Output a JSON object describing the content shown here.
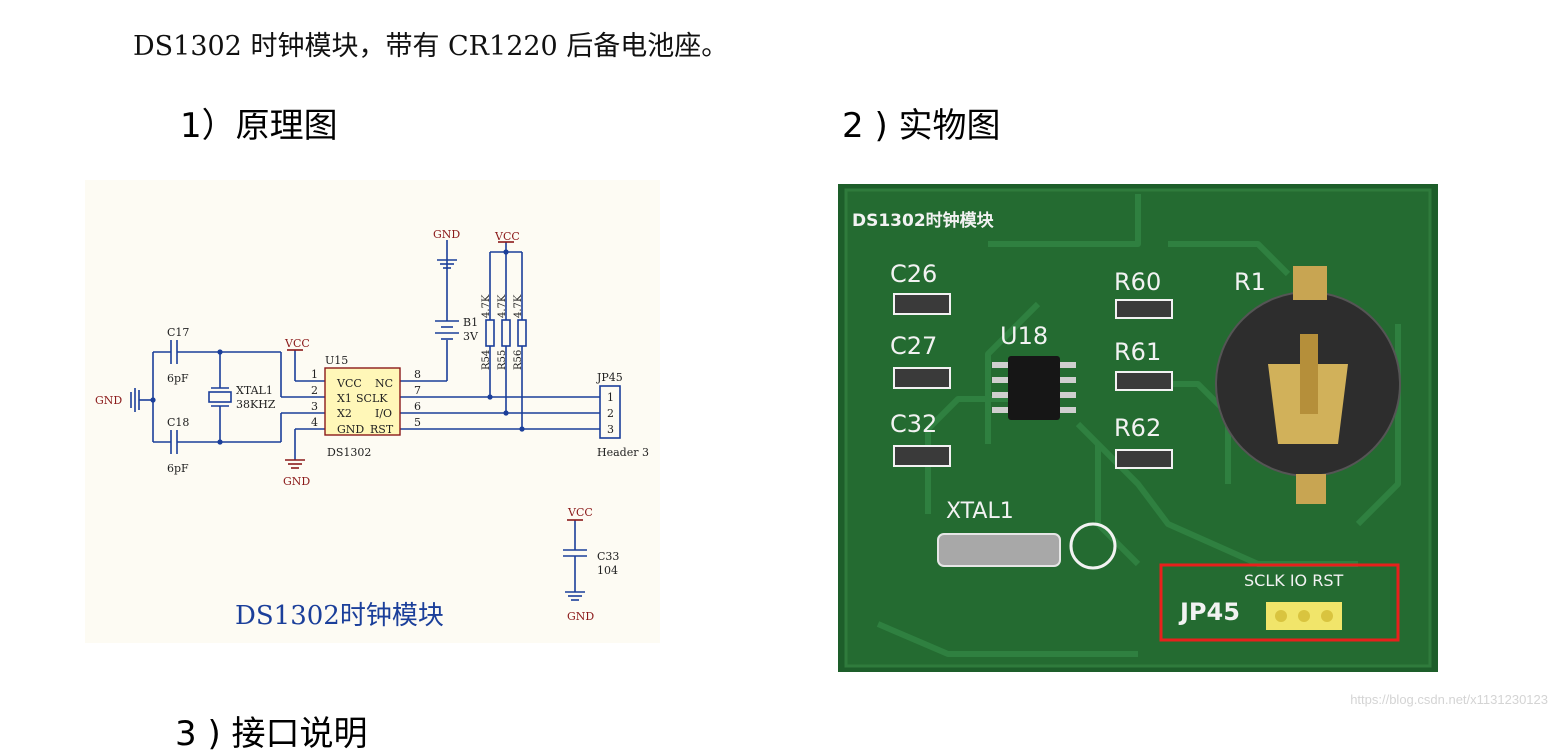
{
  "intro": "DS1302 时钟模块，带有 CR1220 后备电池座。",
  "headings": {
    "schematic": "1）原理图",
    "photo": "2 ) 实物图",
    "interface": "3 ) 接口说明"
  },
  "schematic": {
    "gnd_label": "GND",
    "vcc_label": "VCC",
    "c17": "C17",
    "c17_val": "6pF",
    "c18": "C18",
    "c18_val": "6pF",
    "xtal": "XTAL1",
    "xtal_val": "38KHZ",
    "u15": "U15",
    "chip_name": "DS1302",
    "pin_vcc": "VCC",
    "pin_nc": "NC",
    "pin_x1": "X1",
    "pin_sclk": "SCLK",
    "pin_x2": "X2",
    "pin_io": "I/O",
    "pin_gnd": "GND",
    "pin_rst": "RST",
    "pin1": "1",
    "pin2": "2",
    "pin3": "3",
    "pin4": "4",
    "pin5": "5",
    "pin6": "6",
    "pin7": "7",
    "pin8": "8",
    "b1": "B1",
    "b1_val": "3V",
    "r54": "R54",
    "r55": "R55",
    "r56": "R56",
    "r_val": "4.7K",
    "jp45": "JP45",
    "jp_pin1": "1",
    "jp_pin2": "2",
    "jp_pin3": "3",
    "header": "Header 3",
    "c33": "C33",
    "c33_val": "104",
    "module_title": "DS1302时钟模块"
  },
  "photo": {
    "title": "DS1302时钟模块",
    "c26": "C26",
    "c27": "C27",
    "c32": "C32",
    "u18": "U18",
    "r60": "R60",
    "r61": "R61",
    "r62": "R62",
    "r1": "R1",
    "xtal": "XTAL1",
    "pins_label": "SCLK IO RST",
    "jp45": "JP45",
    "highlight_color": "#e8201c",
    "pcb_color": "#1d5e2a"
  },
  "watermark": "https://blog.csdn.net/x1131230123"
}
